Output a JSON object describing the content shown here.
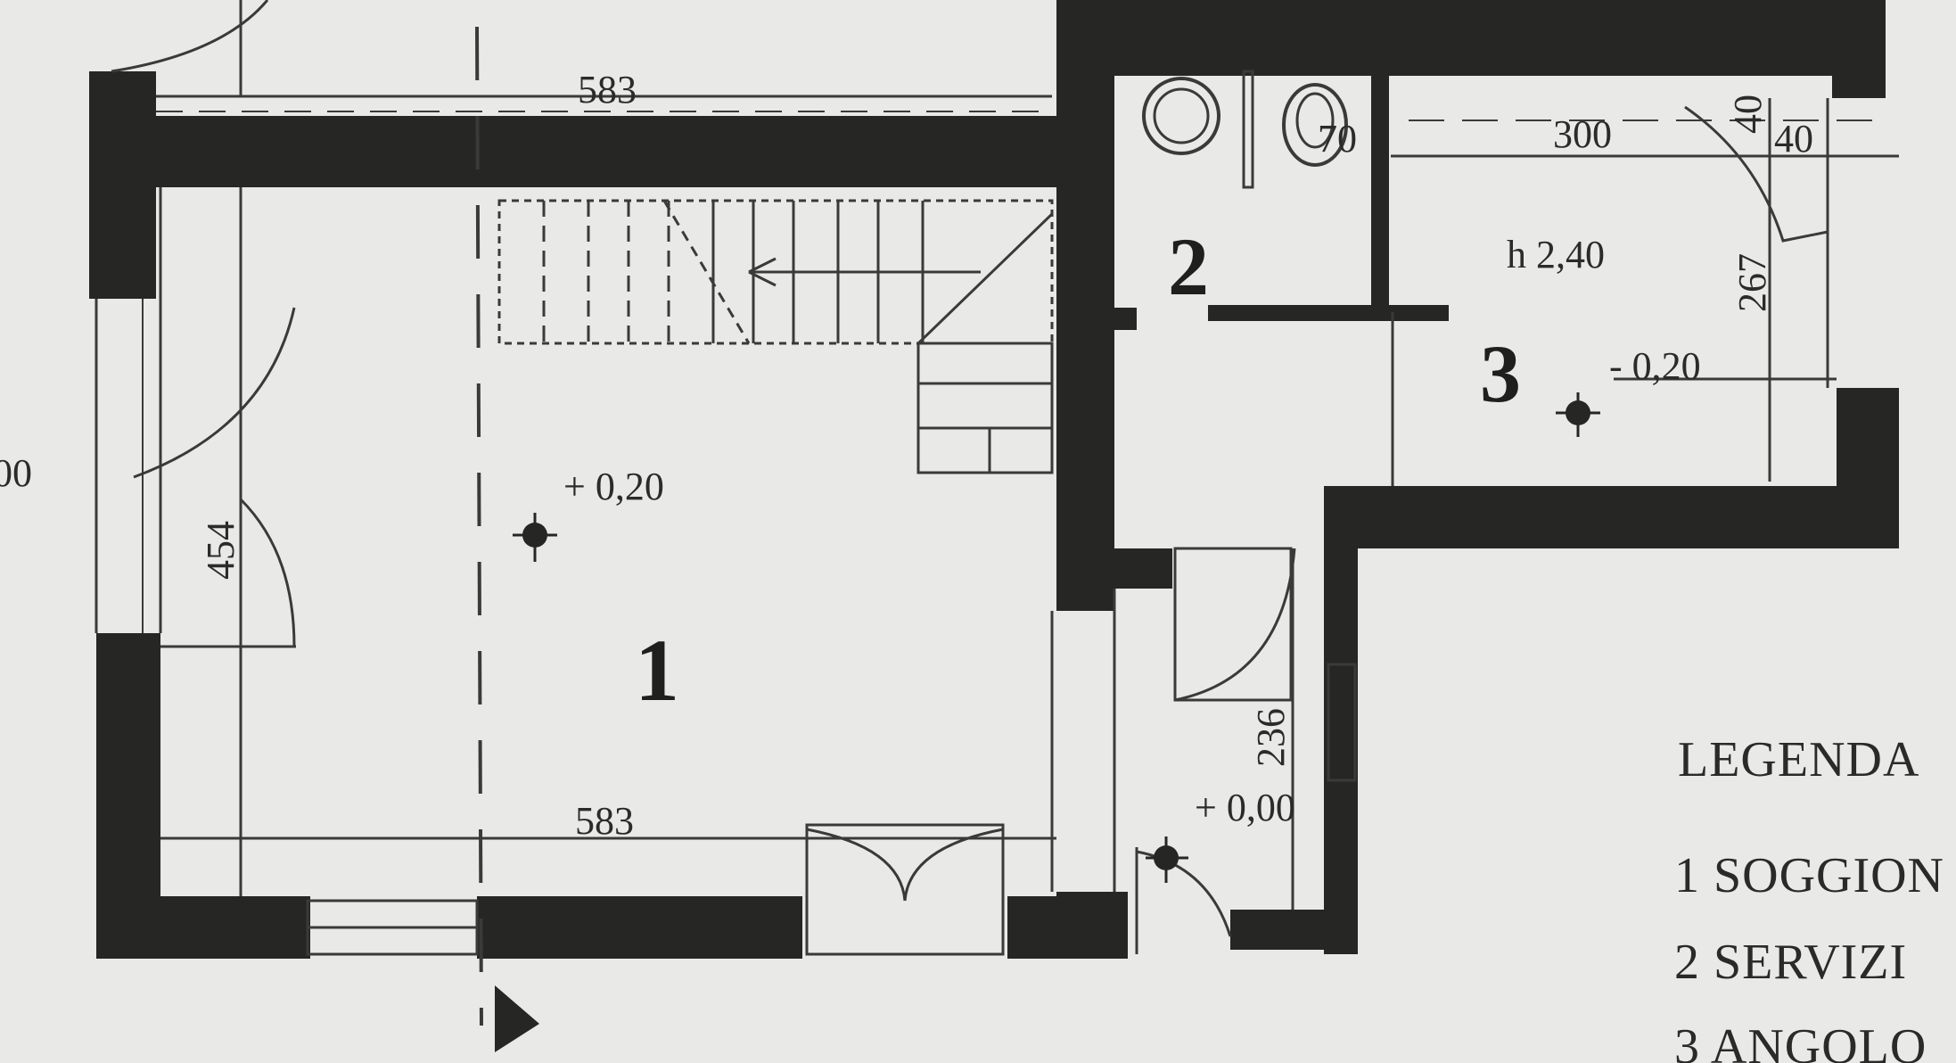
{
  "plan": {
    "dimensions": {
      "top_width": "583",
      "bottom_width": "583",
      "left_height": "454",
      "hall_height": "236",
      "room3_width": "300",
      "room3_height": "267",
      "wall_small_1": "40",
      "wall_small_2": "40",
      "bath_small": "70",
      "left_cut": "00"
    },
    "levels": {
      "living": "+ 0,20",
      "entrance": "+ 0,00",
      "room3": "- 0,20",
      "room3_height": "h 2,40"
    },
    "rooms": {
      "r1": "1",
      "r2": "2",
      "r3": "3"
    }
  },
  "legend": {
    "title": "LEGENDA",
    "items": [
      "1 SOGGION",
      "2  SERVIZI",
      "3  ANGOLO"
    ]
  }
}
